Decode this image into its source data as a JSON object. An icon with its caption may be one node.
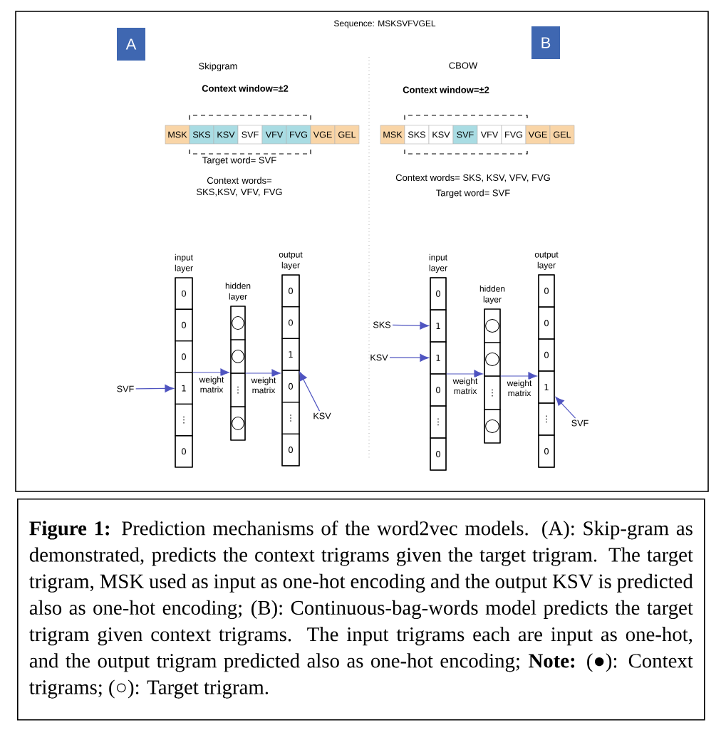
{
  "diagram": {
    "title": "Sequence: MSKSVFVGEL",
    "caption": "**Figure 1:** Prediction mechanisms of the word2vec models. (A): Skip-gram as demonstrated, predicts the context trigrams given the target trigram. The target trigram, MSK used as input as one-hot encoding and the output KSV is predicted also as one-hot encoding; (B): Continuous-bag-words model predicts the target trigram given context trigrams. The input trigrams each are input as one-hot, and the output trigram predicted also as one-hot encoding; **Note:** (●): Context trigrams; (○): Target trigram.",
    "nodes": [
      {
        "text": [
          "A"
        ]
      },
      {
        "text": [
          "MSK"
        ]
      },
      {
        "text": [
          "SKS"
        ]
      },
      {
        "text": [
          "KSV"
        ]
      },
      {
        "text": [
          "SVF"
        ]
      },
      {
        "text": [
          "VFV"
        ]
      },
      {
        "text": [
          "FVG"
        ]
      },
      {
        "text": [
          "VGE"
        ]
      },
      {
        "text": [
          "GEL"
        ]
      },
      {
        "text": [
          "input layer"
        ]
      },
      {
        "text": [
          "0"
        ],
        "in": 9
      },
      {
        "text": [
          "0"
        ],
        "in": 9
      },
      {
        "text": [
          "0"
        ],
        "in": 9
      },
      {
        "text": [
          "1"
        ],
        "in": 9
      },
      {
        "text": [
          "⋮"
        ],
        "in": 9
      },
      {
        "text": [
          "0"
        ],
        "in": 9
      },
      {
        "text": [
          "hidden layer"
        ]
      },
      {
        "text": [],
        "shape": "circle",
        "in": 16
      },
      {
        "text": [],
        "shape": "circle",
        "in": 16
      },
      {
        "text": [
          "⋮"
        ],
        "in": 16
      },
      {
        "text": [],
        "shape": "circle",
        "in": 16
      },
      {
        "text": [
          "output layer"
        ]
      },
      {
        "text": [
          "0"
        ],
        "in": 21
      },
      {
        "text": [
          "0"
        ],
        "in": 21
      },
      {
        "text": [
          "1"
        ],
        "in": 21
      },
      {
        "text": [
          "0"
        ],
        "in": 21
      },
      {
        "text": [
          "⋮"
        ],
        "in": 21
      },
      {
        "text": [
          "0"
        ],
        "in": 21
      },
      {
        "text": [
          "SVF"
        ]
      },
      {
        "text": [
          "KSV"
        ]
      },
      {
        "text": [
          "B"
        ]
      },
      {
        "text": [
          "MSK"
        ]
      },
      {
        "text": [
          "SKS"
        ]
      },
      {
        "text": [
          "KSV"
        ]
      },
      {
        "text": [
          "SVF"
        ]
      },
      {
        "text": [
          "VFV"
        ]
      },
      {
        "text": [
          "FVG"
        ]
      },
      {
        "text": [
          "VGE"
        ]
      },
      {
        "text": [
          "GEL"
        ]
      },
      {
        "text": [
          "input layer"
        ]
      },
      {
        "text": [
          "0"
        ],
        "in": 39
      },
      {
        "text": [
          "1"
        ],
        "in": 39
      },
      {
        "text": [
          "1"
        ],
        "in": 39
      },
      {
        "text": [
          "0"
        ],
        "in": 39
      },
      {
        "text": [
          "⋮"
        ],
        "in": 39
      },
      {
        "text": [
          "0"
        ],
        "in": 39
      },
      {
        "text": [
          "hidden layer"
        ]
      },
      {
        "text": [],
        "shape": "circle",
        "in": 46
      },
      {
        "text": [],
        "shape": "circle",
        "in": 46
      },
      {
        "text": [
          "⋮"
        ],
        "in": 46
      },
      {
        "text": [],
        "shape": "circle",
        "in": 46
      },
      {
        "text": [
          "output layer"
        ]
      },
      {
        "text": [
          "0"
        ],
        "in": 51
      },
      {
        "text": [
          "0"
        ],
        "in": 51
      },
      {
        "text": [
          "0"
        ],
        "in": 51
      },
      {
        "text": [
          "1"
        ],
        "in": 51
      },
      {
        "text": [
          "⋮"
        ],
        "in": 51
      },
      {
        "text": [
          "0"
        ],
        "in": 51
      },
      {
        "text": [
          "SKS"
        ]
      },
      {
        "text": [
          "KSV"
        ]
      },
      {
        "text": [
          "SVF"
        ]
      }
    ],
    "edges": [
      {
        "from": 28,
        "to": 13,
        "arrow": "to"
      },
      {
        "from": 9,
        "to": 16,
        "arrow": "to",
        "label": "weight matrix"
      },
      {
        "from": 16,
        "to": 21,
        "arrow": "to",
        "label": "weight matrix"
      },
      {
        "from": 29,
        "to": 24,
        "arrow": "to"
      },
      {
        "from": 58,
        "to": 41,
        "arrow": "to"
      },
      {
        "from": 59,
        "to": 42,
        "arrow": "to"
      },
      {
        "from": 39,
        "to": 46,
        "arrow": "to",
        "label": "weight matrix"
      },
      {
        "from": 46,
        "to": 51,
        "arrow": "to",
        "label": "weight matrix"
      },
      {
        "from": 60,
        "to": 55,
        "arrow": "to"
      }
    ],
    "labels": [
      "Skipgram",
      "Context window=±2",
      "Target word= SVF",
      "Context words= SKS,KSV, VFV, FVG",
      "CBOW",
      "Context window=±2",
      "Context words= SKS, KSV, VFV, FVG",
      "Target word= SVF"
    ]
  }
}
